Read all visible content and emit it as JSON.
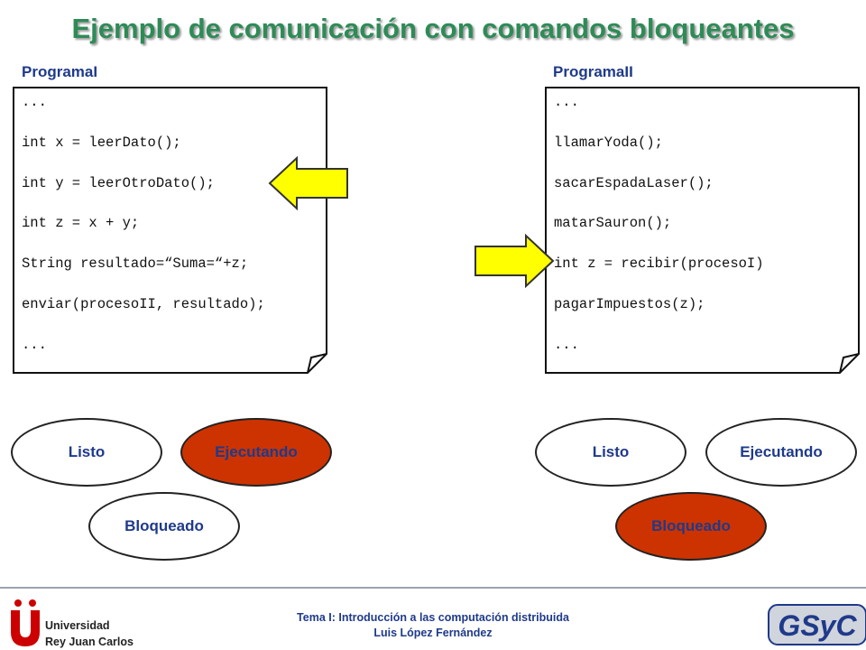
{
  "title": "Ejemplo de comunicación con comandos bloqueantes",
  "program_left": {
    "label": "ProgramaI",
    "lines": [
      "...",
      "int x = leerDato();",
      "int y = leerOtroDato();",
      "int z = x + y;",
      "String resultado=“Suma=“+z;",
      "enviar(procesoII, resultado);",
      "..."
    ]
  },
  "program_right": {
    "label": "ProgramaII",
    "lines": [
      "...",
      "llamarYoda();",
      "sacarEspadaLaser();",
      "matarSauron();",
      "int z = recibir(procesoI)",
      "pagarImpuestos(z);",
      "..."
    ]
  },
  "states_left": {
    "listo": "Listo",
    "ejecutando": "Ejecutando",
    "bloqueado": "Bloqueado",
    "active": "ejecutando"
  },
  "states_right": {
    "listo": "Listo",
    "ejecutando": "Ejecutando",
    "bloqueado": "Bloqueado",
    "active": "bloqueado"
  },
  "colors": {
    "title": "#2e8b57",
    "active_state": "#cc3300",
    "arrow_fill": "#ffff00",
    "label": "#1f3a8a",
    "urjc_red": "#cc0000"
  },
  "footer": {
    "line1": "Tema I: Introducción a las computación distribuida",
    "line2": "Luis López Fernández"
  },
  "logos": {
    "urjc_line1": "Universidad",
    "urjc_line2": "Rey Juan Carlos",
    "gsyc": "GSyC"
  }
}
